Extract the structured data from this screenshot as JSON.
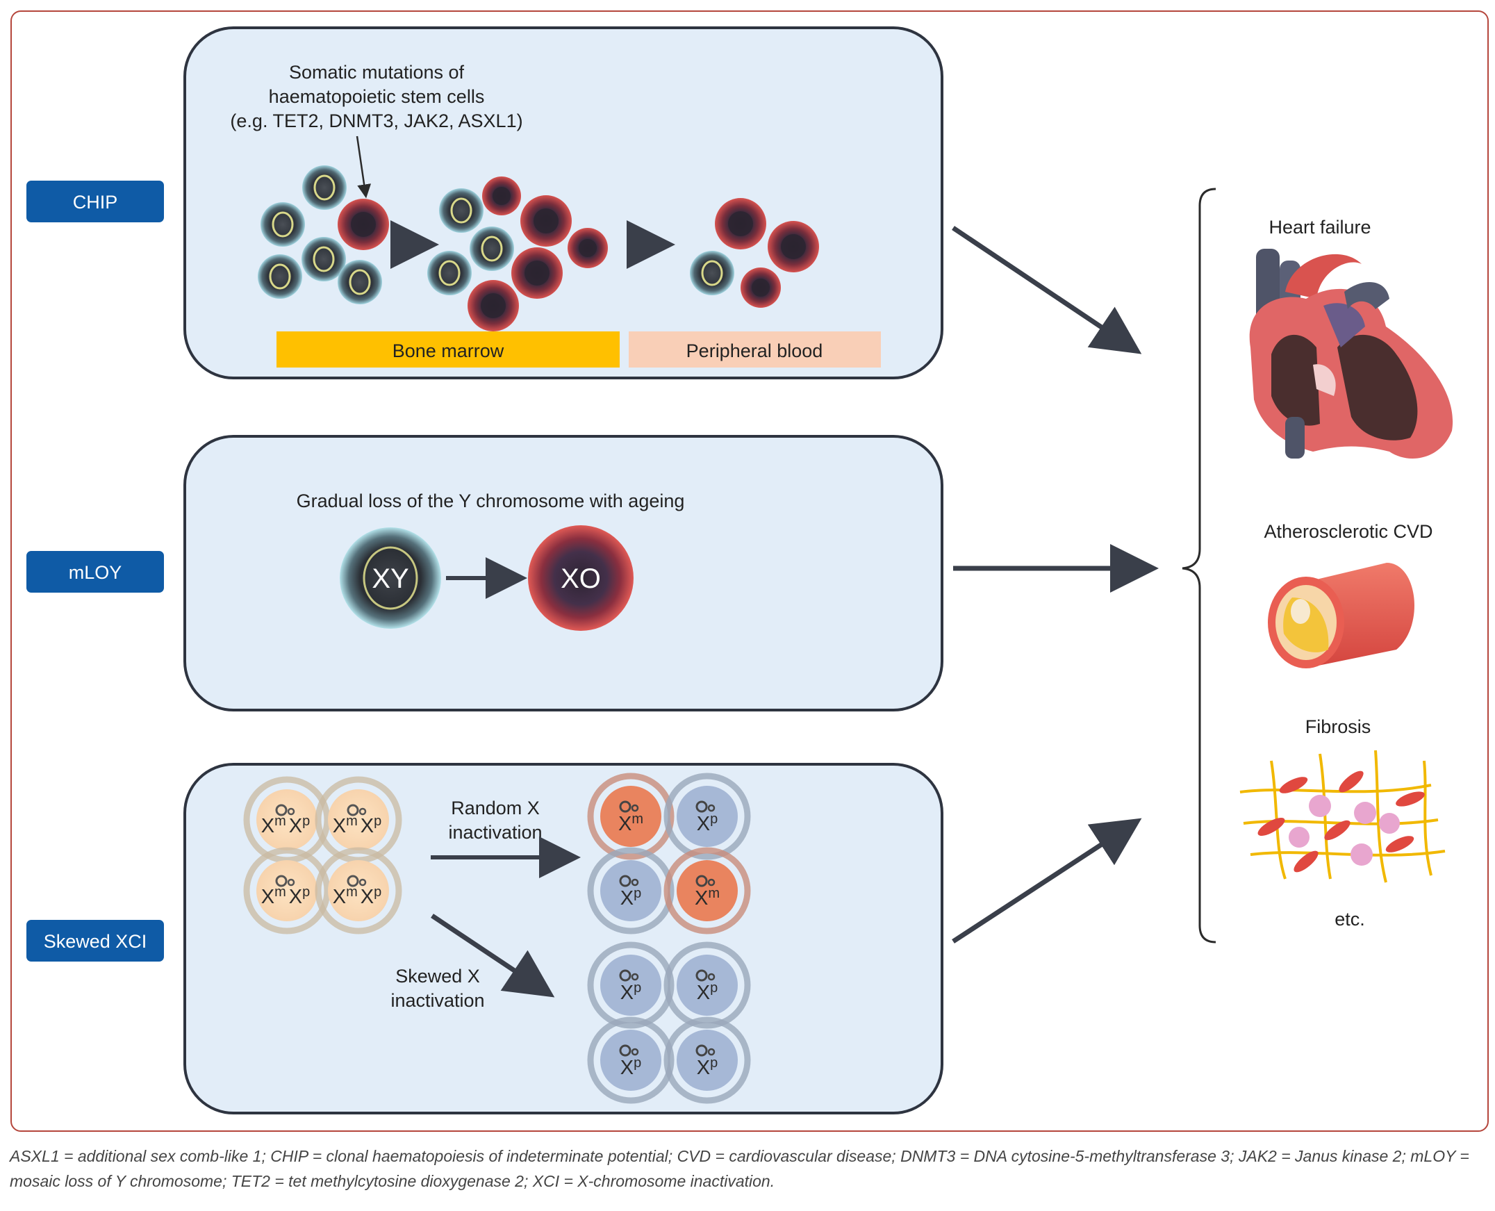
{
  "labels": {
    "chip": "CHIP",
    "mloy": "mLOY",
    "xci": "Skewed XCI"
  },
  "chip_panel": {
    "mutation_line1": "Somatic mutations of",
    "mutation_line2": "haematopoietic stem cells",
    "mutation_line3": "(e.g. TET2, DNMT3, JAK2, ASXL1)",
    "bone_marrow": "Bone marrow",
    "peripheral_blood": "Peripheral blood"
  },
  "mloy_panel": {
    "title": "Gradual loss of the Y chromosome with ageing",
    "cell_before": "XY",
    "cell_after": "XO"
  },
  "xci_panel": {
    "random_line1": "Random X",
    "random_line2": "inactivation",
    "skewed_line1": "Skewed X",
    "skewed_line2": "inactivation",
    "x_base": "X",
    "maternal_sup": "m",
    "paternal_sup": "p"
  },
  "outcomes": {
    "heart_failure": "Heart failure",
    "atherosclerotic": "Atherosclerotic CVD",
    "fibrosis": "Fibrosis",
    "etc": "etc."
  },
  "caption": "ASXL1 = additional sex comb-like 1; CHIP = clonal haematopoiesis of indeterminate potential; CVD = cardiovascular disease; DNMT3 = DNA cytosine-5-methyltransferase 3; JAK2 = Janus kinase 2; mLOY = mosaic loss of Y chromosome; TET2 = tet methylcytosine dioxygenase 2; XCI = X-chromosome inactivation.",
  "colors": {
    "frame": "#b5463c",
    "panel_fill": "#e2edf8",
    "panel_stroke": "#2e3440",
    "label_blue": "#0f5ba6",
    "bone_marrow": "#ffc000",
    "peripheral_blood": "#f9cfb7",
    "arrow": "#3a3f4a"
  }
}
